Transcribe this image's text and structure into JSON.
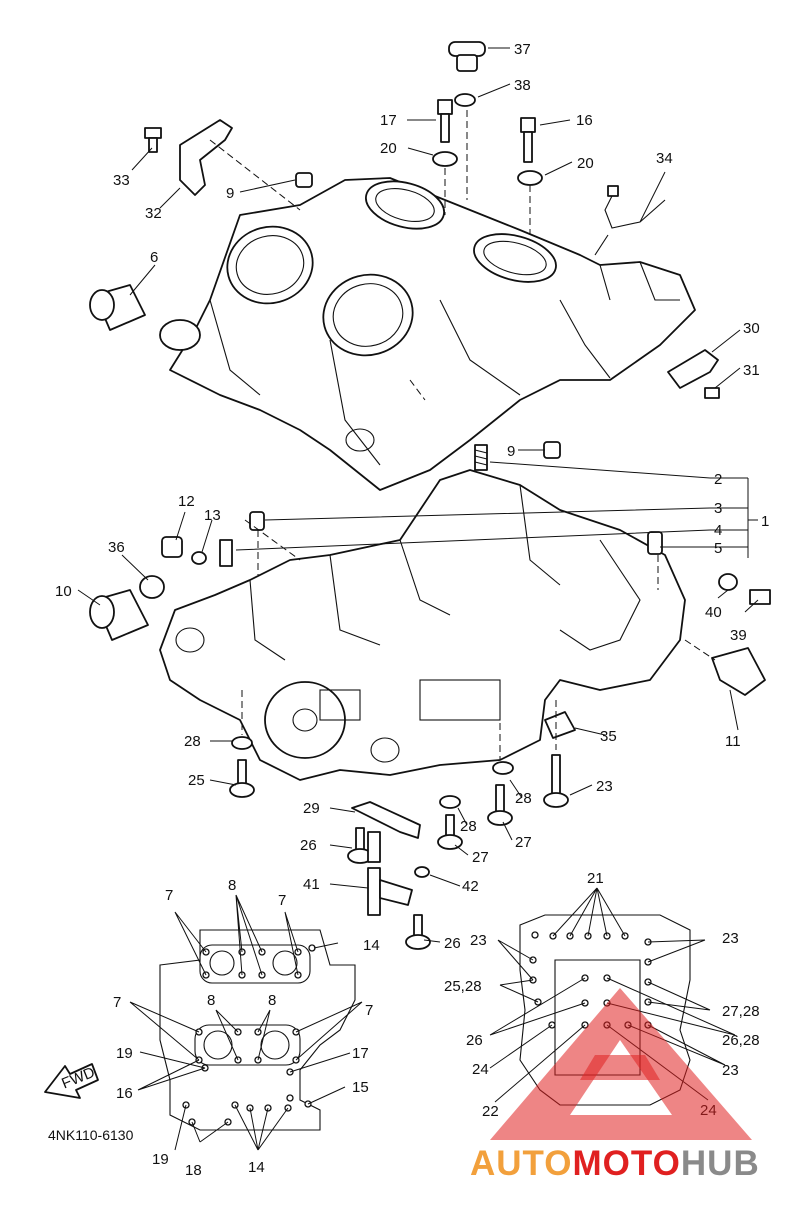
{
  "diagram_code": "4NK110-6130",
  "fwd_label": "FWD",
  "watermark": {
    "auto": "AUTO",
    "moto": "MOTO",
    "hub": "HUB",
    "red": "#e02020",
    "orange": "#f2a03c",
    "gray": "#8a8a8a"
  },
  "callouts": [
    "37",
    "38",
    "17",
    "16",
    "20",
    "20",
    "34",
    "33",
    "32",
    "9",
    "6",
    "30",
    "31",
    "9",
    "2",
    "3",
    "1",
    "4",
    "5",
    "12",
    "13",
    "36",
    "10",
    "40",
    "39",
    "11",
    "28",
    "35",
    "25",
    "23",
    "28",
    "29",
    "28",
    "26",
    "27",
    "27",
    "41",
    "42",
    "26",
    "7",
    "8",
    "7",
    "14",
    "21",
    "23",
    "23",
    "25,28",
    "27,28",
    "7",
    "8",
    "8",
    "7",
    "26",
    "26,28",
    "19",
    "17",
    "24",
    "23",
    "16",
    "22",
    "24",
    "15",
    "19",
    "18",
    "14"
  ]
}
